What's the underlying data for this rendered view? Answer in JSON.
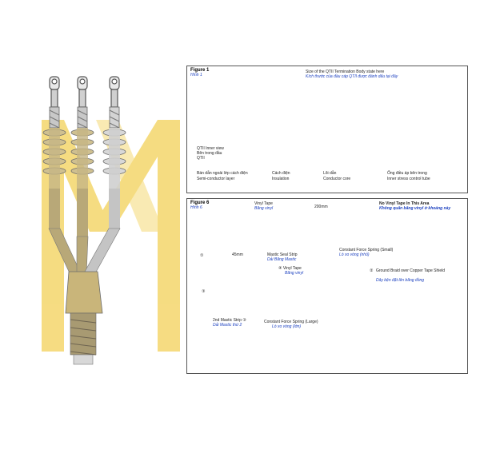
{
  "figure1": {
    "title": "Figure 1",
    "subtitle": "Hình 1",
    "size_note_en": "Size of the QTII Termination Body state here",
    "size_note_vi": "Kích thước của đầu cáp QTII được đánh dấu tại đây",
    "inner_view_en": "QTII Inner view",
    "inner_view_vi": "Bên trong đầu",
    "inner_view_code": "QTII",
    "semi_vi": "Bán dẫn ngoài lớp cách điện",
    "semi_en": "Semi-conductor layer",
    "insulation_vi": "Cách điện",
    "insulation_en": "Insulation",
    "core_vi": "Lõi dẫn",
    "core_en": "Conductor core",
    "stress_vi": "Ống điều áp bên trong",
    "stress_en": "Inner stress control tube"
  },
  "figure6": {
    "title": "Figure 6",
    "subtitle": "Hình 6",
    "vinyl_tape_en": "Vinyl Tape",
    "vinyl_tape_vi": "Băng vinyl",
    "dim_200": "200mm",
    "no_vinyl_en": "No Vinyl Tape In This Area",
    "no_vinyl_vi": "Không quấn băng vinyl ở khoảng này",
    "dim_45": "45mm",
    "mastic_seal_en": "Mastic Seal Strip",
    "mastic_seal_vi": "Dải Băng Mastic",
    "spring_small_en": "Constant Force Spring (Small)",
    "spring_small_vi": "Lò xo vòng (nhỏ)",
    "braid_en": "Ground Braid over Copper Tape Shield",
    "braid_vi": "Dây bện đặt lên băng đồng",
    "marker_1": "①",
    "marker_2": "②",
    "marker_3": "③",
    "vinyl2_en": "④ Vinyl Tape",
    "vinyl2_vi": "Băng vinyl",
    "mastic2_en": "2nd Mastic Strip ③",
    "mastic2_vi": "Dải Mastic thứ 2",
    "spring_large_en": "Constant Force Spring (Large)",
    "spring_large_vi": "Lò xo vòng (lớn)"
  },
  "colors": {
    "watermark": "#f2cf52",
    "panel_border": "#555555",
    "blue_text": "#1a3fbf",
    "body_grey": "#5a5a5a"
  }
}
